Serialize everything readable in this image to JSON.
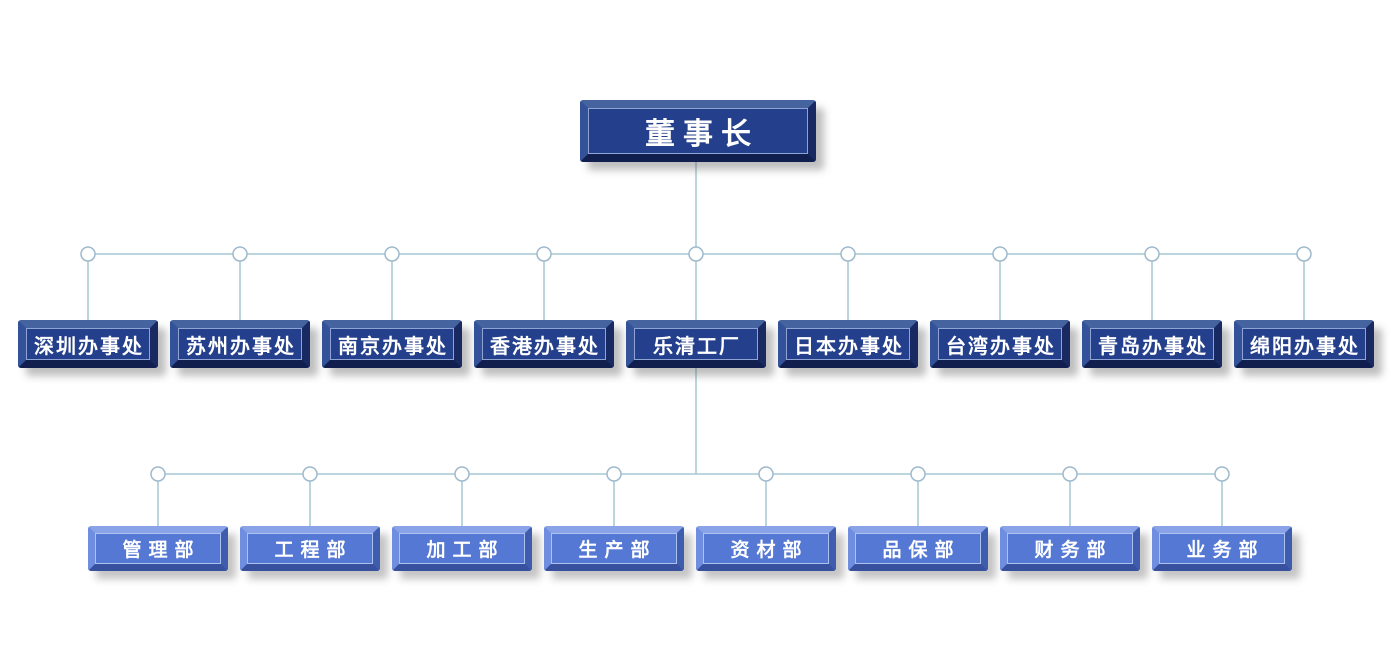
{
  "org_chart": {
    "root": {
      "label": "董事长"
    },
    "level2": [
      {
        "label": "深圳办事处"
      },
      {
        "label": "苏州办事处"
      },
      {
        "label": "南京办事处"
      },
      {
        "label": "香港办事处"
      },
      {
        "label": "乐清工厂"
      },
      {
        "label": "日本办事处"
      },
      {
        "label": "台湾办事处"
      },
      {
        "label": "青岛办事处"
      },
      {
        "label": "绵阳办事处"
      }
    ],
    "level3": [
      {
        "label": "管理部"
      },
      {
        "label": "工程部"
      },
      {
        "label": "加工部"
      },
      {
        "label": "生产部"
      },
      {
        "label": "资材部"
      },
      {
        "label": "品保部"
      },
      {
        "label": "财务部"
      },
      {
        "label": "业务部"
      }
    ],
    "colors": {
      "level1_2_box": "#24408C",
      "level3_box": "#5478D4",
      "text": "#FFFFFF",
      "connector_line": "#A6C8D6",
      "junction_circle_stroke": "#9FB9CC"
    }
  }
}
